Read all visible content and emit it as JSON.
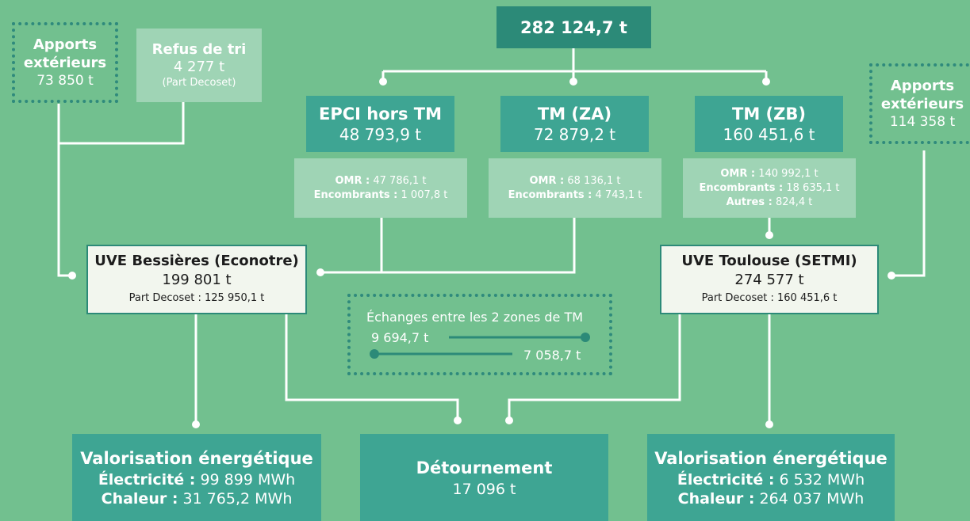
{
  "total": "282 124,7 t",
  "sources": [
    {
      "title": "EPCI hors TM",
      "value": "48 793,9 t",
      "details": [
        {
          "label": "OMR :",
          "value": "47 786,1 t"
        },
        {
          "label": "Encombrants :",
          "value": "1 007,8 t"
        }
      ]
    },
    {
      "title": "TM (ZA)",
      "value": "72 879,2 t",
      "details": [
        {
          "label": "OMR :",
          "value": "68 136,1 t"
        },
        {
          "label": "Encombrants :",
          "value": "4 743,1 t"
        }
      ]
    },
    {
      "title": "TM (ZB)",
      "value": "160 451,6 t",
      "details": [
        {
          "label": "OMR :",
          "value": "140 992,1 t"
        },
        {
          "label": "Encombrants :",
          "value": "18 635,1 t"
        },
        {
          "label": "Autres :",
          "value": "824,4 t"
        }
      ]
    }
  ],
  "external_left": {
    "title_line1": "Apports",
    "title_line2": "extérieurs",
    "value": "73 850 t"
  },
  "external_right": {
    "title_line1": "Apports",
    "title_line2": "extérieurs",
    "value": "114 358 t"
  },
  "refus": {
    "title": "Refus de tri",
    "value": "4 277 t",
    "sub": "(Part Decoset)"
  },
  "uve_left": {
    "title": "UVE Bessières (Econotre)",
    "value": "199 801 t",
    "part": "Part Decoset : 125 950,1 t"
  },
  "uve_right": {
    "title": "UVE Toulouse (SETMI)",
    "value": "274 577 t",
    "part": "Part Decoset : 160 451,6 t"
  },
  "exchanges": {
    "title": "Échanges entre les 2 zones de TM",
    "value1": "9 694,7 t",
    "value2": "7 058,7 t"
  },
  "outputs": {
    "left": {
      "title": "Valorisation énergétique",
      "elec_label": "Électricité :",
      "elec_value": "99 899 MWh",
      "heat_label": "Chaleur :",
      "heat_value": "31 765,2 MWh"
    },
    "center": {
      "title": "Détournement",
      "value": "17 096 t"
    },
    "right": {
      "title": "Valorisation énergétique",
      "elec_label": "Électricité :",
      "elec_value": "6 532 MWh",
      "heat_label": "Chaleur :",
      "heat_value": "264 037 MWh"
    }
  },
  "colors": {
    "background": "#72c08f",
    "teal": "#3ea593",
    "dark_teal": "#2c8a78",
    "light_box": "#9fd4b5",
    "uve_bg": "#f2f6ee"
  }
}
